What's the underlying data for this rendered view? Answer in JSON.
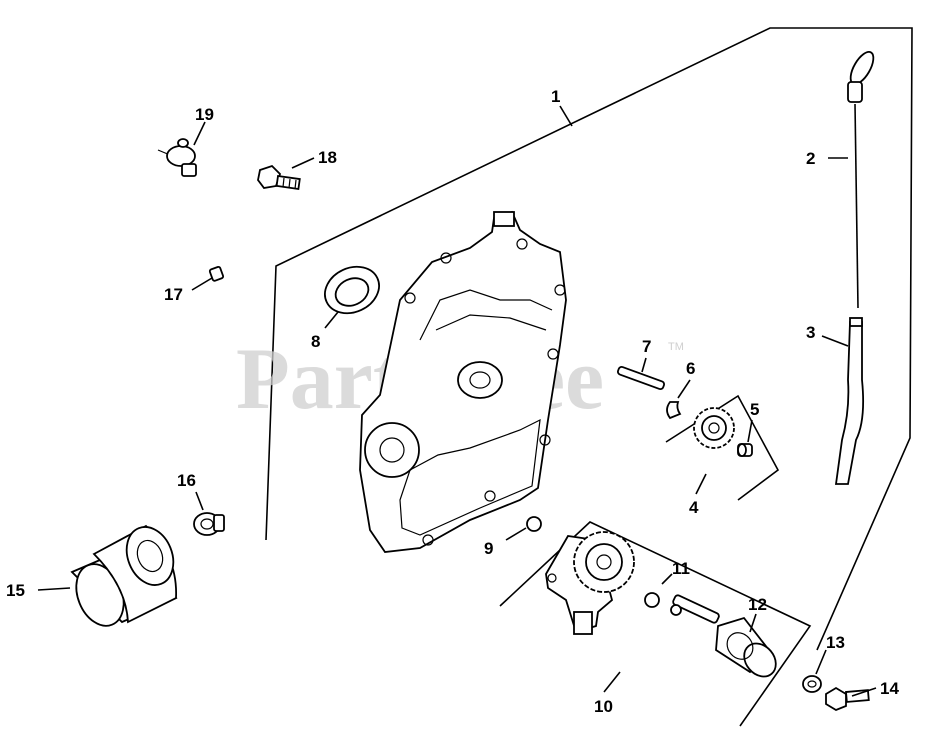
{
  "watermark": {
    "text": "PartsTree",
    "trademark": "TM"
  },
  "callouts": {
    "c1": "1",
    "c2": "2",
    "c3": "3",
    "c4": "4",
    "c5": "5",
    "c6": "6",
    "c7": "7",
    "c8": "8",
    "c9": "9",
    "c10": "10",
    "c11": "11",
    "c12": "12",
    "c13": "13",
    "c14": "14",
    "c15": "15",
    "c16": "16",
    "c17": "17",
    "c18": "18",
    "c19": "19"
  }
}
